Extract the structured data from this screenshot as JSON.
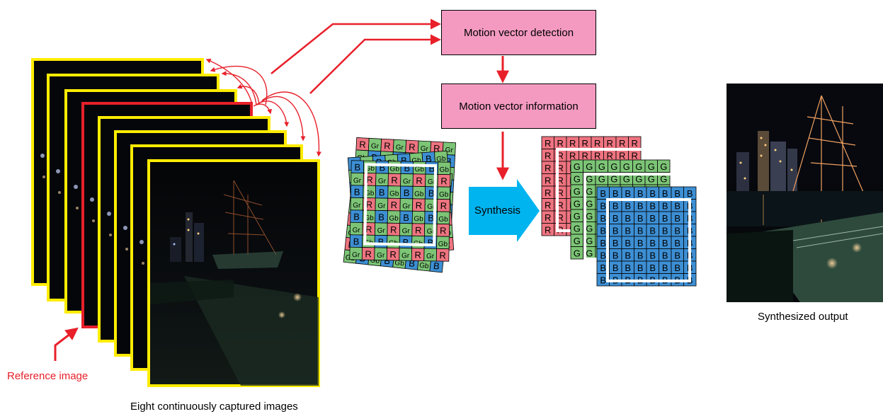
{
  "flow": {
    "detect_label": "Motion vector detection",
    "info_label": "Motion vector information",
    "synthesis_label": "Synthesis"
  },
  "captions": {
    "reference": "Reference image",
    "stack": "Eight continuously captured images",
    "output": "Synthesized output"
  },
  "bayer_pattern": [
    [
      "R",
      "Gr"
    ],
    [
      "Gb",
      "B"
    ]
  ],
  "planes": {
    "red": "R",
    "green": "G",
    "blue": "B"
  },
  "colors": {
    "frame_yellow": "#ffec00",
    "frame_reference": "#e8202a",
    "arrow_red": "#e8202a",
    "box_pink": "#f49ac1",
    "synthesis_cyan": "#00b4f0",
    "cell_red": "#ee7480",
    "cell_green": "#7cc576",
    "cell_blue": "#3d8fd4",
    "night_sky": "#050608"
  }
}
